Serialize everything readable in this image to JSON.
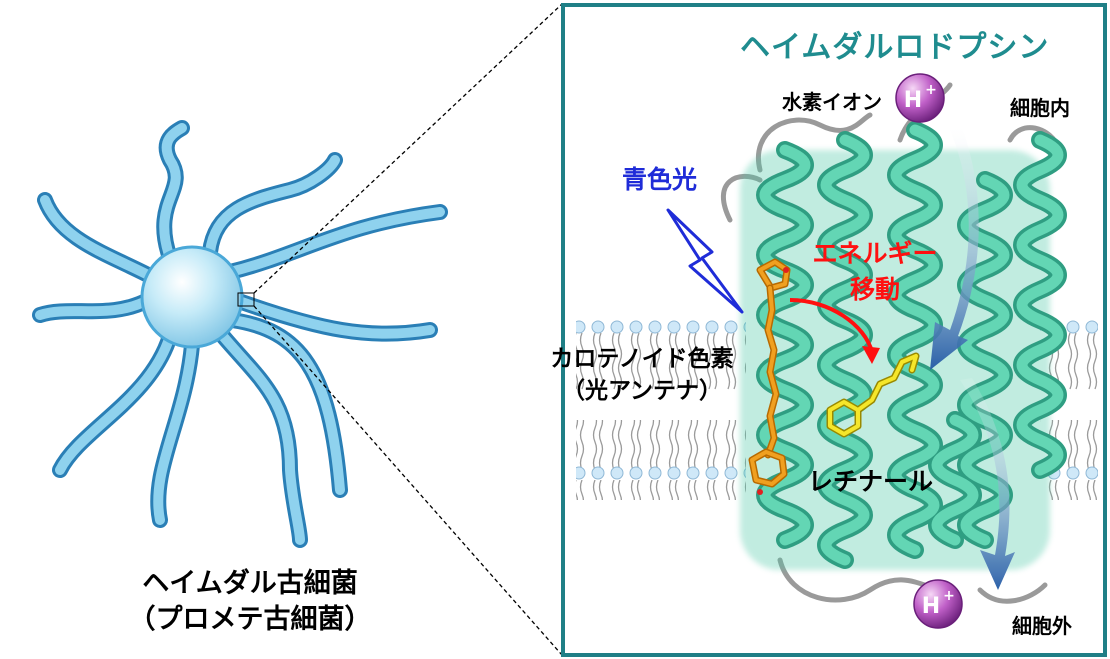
{
  "organism": {
    "name_line1": "ヘイムダル古細菌",
    "name_line2": "（プロメテ古細菌）"
  },
  "protein": {
    "title": "ヘイムダルロドプシン"
  },
  "labels": {
    "hydrogen_ion": "水素イオン",
    "intracellular": "細胞内",
    "extracellular": "細胞外",
    "blue_light": "青色光",
    "energy_transfer_line1": "エネルギー",
    "energy_transfer_line2": "移動",
    "carotenoid_line1": "カロテノイド色素",
    "carotenoid_line2": "（光アンテナ）",
    "retinal": "レチナール"
  },
  "proton": {
    "symbol": "H",
    "charge": "+"
  },
  "colors": {
    "frame": "#1f7f86",
    "title": "#1f8c8f",
    "cell_body": "#bfe6f5",
    "flagella": "#4aa8d8",
    "helix": "#4fc9a8",
    "carotenoid": "#e8930f",
    "retinal": "#f0e020",
    "proton_ball": "#a040b0",
    "blue_light": "#1f2cd8",
    "energy_arrow": "#ff1010",
    "proton_arrow": "#2a60a8"
  }
}
